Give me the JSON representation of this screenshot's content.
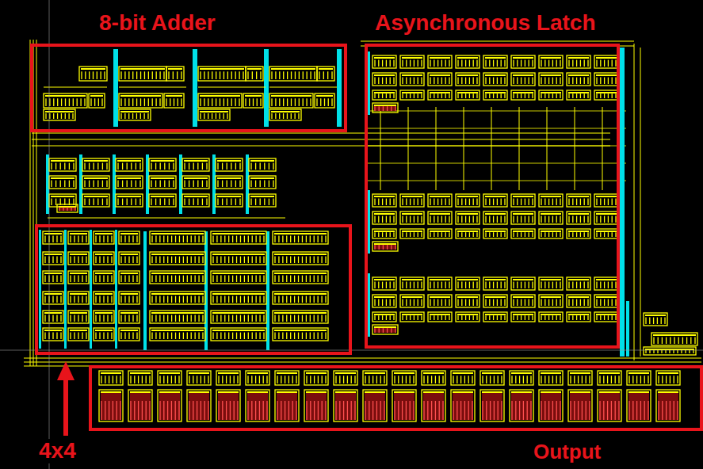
{
  "diagram": {
    "nodes": [
      {
        "text": [
          "8-bit Adder"
        ]
      },
      {
        "text": [
          "Asynchronous Latch"
        ]
      },
      {
        "text": [
          "4x4"
        ]
      },
      {
        "text": [
          "Output"
        ]
      }
    ]
  }
}
